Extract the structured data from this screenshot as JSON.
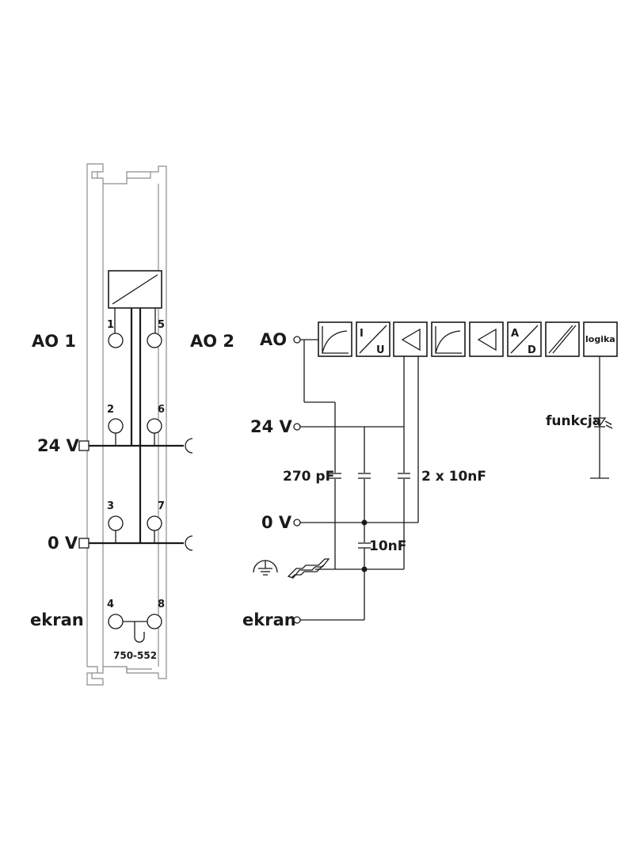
{
  "module": {
    "part_number": "750-552",
    "channel_left": "AO 1",
    "channel_right": "AO 2",
    "supply_24v": "24 V",
    "supply_0v": "0 V",
    "shield": "ekran",
    "pins": [
      "1",
      "2",
      "3",
      "4",
      "5",
      "6",
      "7",
      "8"
    ]
  },
  "schematic": {
    "output": "AO",
    "supply_24v": "24 V",
    "supply_0v": "0 V",
    "shield": "ekran",
    "cap_270": "270 pF",
    "cap_2x10": "2 x 10nF",
    "cap_10": "10nF",
    "status_led": "funkcja",
    "blocks": [
      {
        "id": "filter",
        "text": ""
      },
      {
        "id": "iu",
        "text_top": "I",
        "text_bottom": "U"
      },
      {
        "id": "amp",
        "text": ""
      },
      {
        "id": "filter2",
        "text": ""
      },
      {
        "id": "amp2",
        "text": ""
      },
      {
        "id": "ad",
        "text_top": "A",
        "text_bottom": "D"
      },
      {
        "id": "isolation",
        "text": ""
      },
      {
        "id": "logic",
        "text": "logika"
      }
    ]
  }
}
